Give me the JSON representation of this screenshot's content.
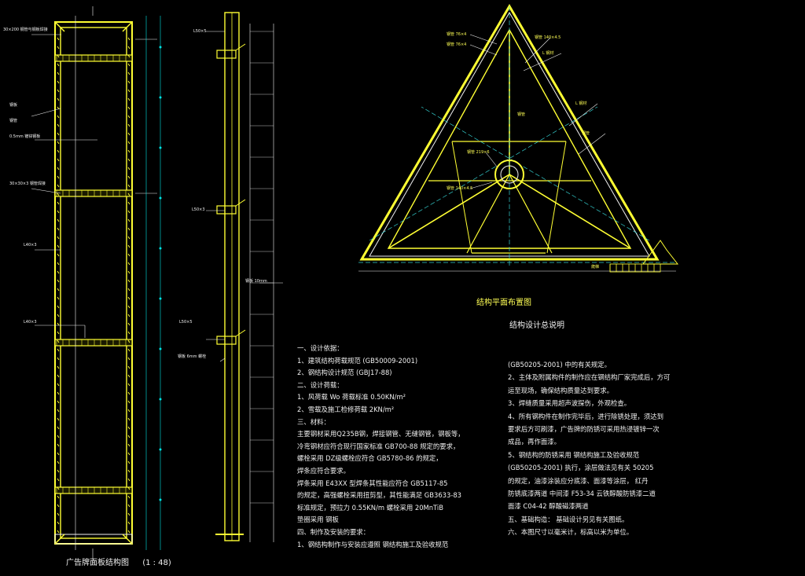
{
  "colors": {
    "background": "#000000",
    "structure": "#ffff33",
    "annotation": "#f0f0f0",
    "dimension": "#00e5e5",
    "center_line": "#33cccc"
  },
  "elevation": {
    "title": "广告牌面板结构图",
    "scale": "(1 : 48)",
    "labels": [
      "30×200 钢管与钢板焊接",
      "钢板",
      "钢管",
      "0.5mm 镀锌钢板",
      "30×30×3 钢管焊接",
      "L40×3",
      "L40×3"
    ]
  },
  "section": {
    "labels": [
      "L50×5",
      "L50×3",
      "钢板 10mm",
      "L50×5",
      "钢板 6mm 螺栓"
    ]
  },
  "plan": {
    "title": "结构平面布置图",
    "labels": [
      "钢管 76×4",
      "钢管 76×4",
      "钢管 140×4.5",
      "L 钢材",
      "L 钢材",
      "钢管",
      "钢管",
      "钢管 219×6",
      "钢管 140×4.5",
      "爬梯"
    ]
  },
  "notes": {
    "title": "结构设计总说明",
    "left": [
      "一、设计依据：",
      "1、建筑结构荷载规范          (GB50009-2001)",
      "2、钢结构设计规范              (GBJ17-88)",
      "二、设计荷载：",
      "1、风荷载    Wo    荷载标准    0.50KN/m²",
      "2、雪载及施工检修荷载                2KN/m²",
      "三、材料：",
      "主要钢材采用Q235B钢，焊接钢管、无缝钢管，钢板等，",
      "冷弯钢材应符合现行国家标准    GB700-88    规定的要求，",
      "螺栓采用    DZ级螺栓应符合    GB5780-86    的规定，",
      "焊条应符合要求。",
      "焊条采用    E43XX 型焊条其性能应符合    GB5117-85",
      "的规定，高强螺栓采用扭剪型，其性能满足    GB3633-83",
      "标准规定，预拉力    0.55KN/m    螺栓采用    20MnTiB",
      "垫圈采用    钢板",
      "四、制作及安装的要求：",
      "1、钢结构制作与安装应遵照    钢结构施工及验收规范"
    ],
    "right": [
      "(GB50205-2001)        中的有关规定。",
      "2、主体及附属构件的制作应在钢结构厂家完成后，方可",
      "运至现场，确保结构质量达到要求。",
      "3、焊缝质量采用超声波探伤，外观检查。",
      "4、所有钢构件在制作完毕后，进行除锈处理，须达到",
      "要求后方可刷漆，广告牌的防锈可采用热浸镀锌一次",
      "成品，再作面漆。",
      "5、钢结构的防锈采用    钢结构施工及验收规范",
      "(GB50205-2001)        执行，涂层做法见有关    50205",
      "的规定，油漆涂装应分底漆、面漆等涂层，    红丹",
      "防锈底漆两道    中间漆    F53-34    云铁醇酸防锈漆二道",
      "面漆    C04-42    醇酸磁漆两道",
      "五、基础构造：    基础设计另见有关图纸。",
      "六、本图尺寸以毫米计，标高以米为单位。"
    ]
  }
}
